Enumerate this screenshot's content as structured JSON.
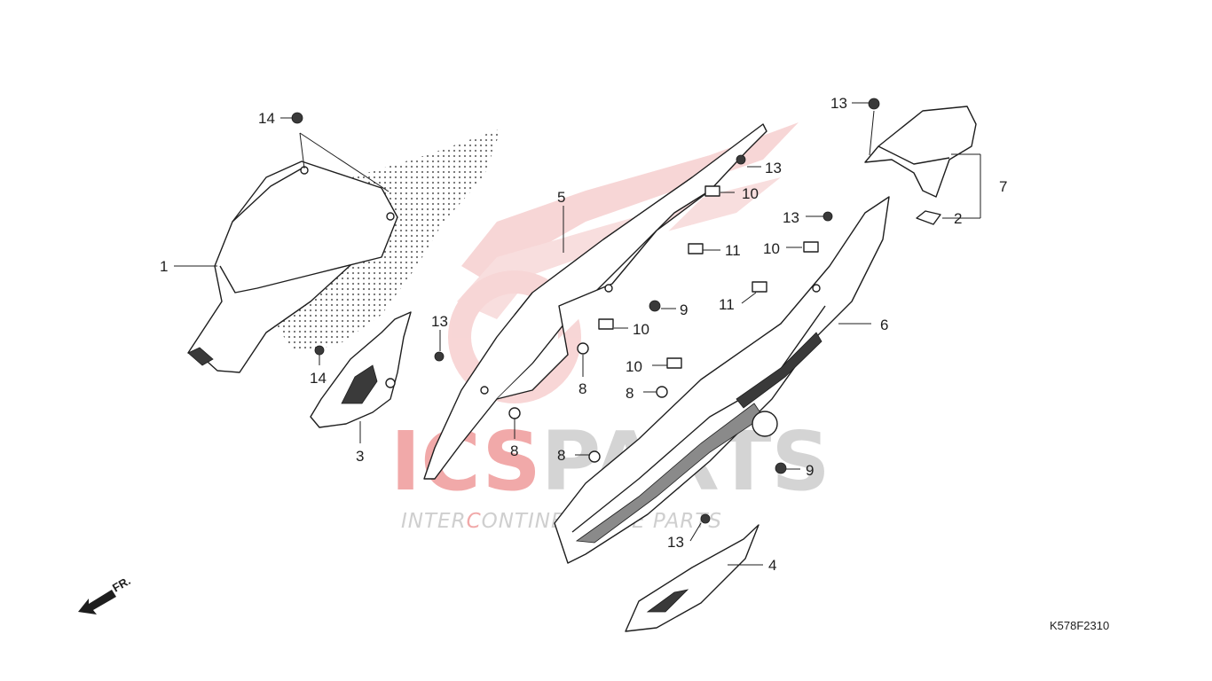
{
  "diagram_code": "K578F2310",
  "front_marker": "FR.",
  "watermark": {
    "brand_red": "ICS",
    "brand_gray": "PARTS",
    "tagline_gray_1": "INTER",
    "tagline_red_1": "C",
    "tagline_gray_2": "ONTINE",
    "tagline_gray_3": "S",
    "tagline_red_2": "PA",
    "tagline_gray_4": "RE PARTS",
    "colors": {
      "red": "#e23b3b",
      "gray": "#c8c8c8"
    }
  },
  "callouts": [
    {
      "id": "c1",
      "label": "1"
    },
    {
      "id": "c2",
      "label": "2"
    },
    {
      "id": "c3",
      "label": "3"
    },
    {
      "id": "c4",
      "label": "4"
    },
    {
      "id": "c5",
      "label": "5"
    },
    {
      "id": "c6",
      "label": "6"
    },
    {
      "id": "c7",
      "label": "7"
    },
    {
      "id": "c8a",
      "label": "8"
    },
    {
      "id": "c8b",
      "label": "8"
    },
    {
      "id": "c8c",
      "label": "8"
    },
    {
      "id": "c8d",
      "label": "8"
    },
    {
      "id": "c9a",
      "label": "9"
    },
    {
      "id": "c9b",
      "label": "9"
    },
    {
      "id": "c10a",
      "label": "10"
    },
    {
      "id": "c10b",
      "label": "10"
    },
    {
      "id": "c10c",
      "label": "10"
    },
    {
      "id": "c10d",
      "label": "10"
    },
    {
      "id": "c11a",
      "label": "11"
    },
    {
      "id": "c11b",
      "label": "11"
    },
    {
      "id": "c13a",
      "label": "13"
    },
    {
      "id": "c13b",
      "label": "13"
    },
    {
      "id": "c13c",
      "label": "13"
    },
    {
      "id": "c13d",
      "label": "13"
    },
    {
      "id": "c13e",
      "label": "13"
    },
    {
      "id": "c14a",
      "label": "14"
    },
    {
      "id": "c14b",
      "label": "14"
    }
  ]
}
